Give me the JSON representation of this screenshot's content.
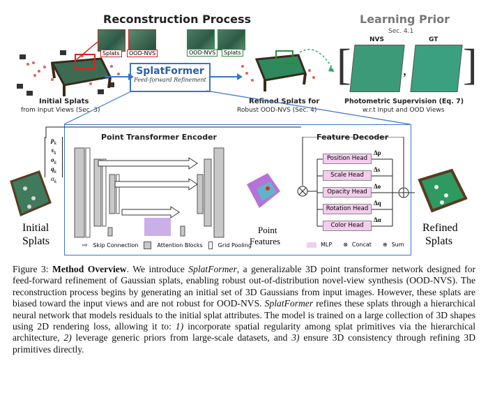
{
  "top": {
    "reconstruction_title": "Reconstruction Process",
    "learning_prior_title": "Learning Prior",
    "learning_prior_sec": "Sec. 4.1",
    "nvs_label": "NVS",
    "gt_label": "GT",
    "splats_tag_1": "Splats",
    "ood_tag_1": "OOD-NVS",
    "ood_tag_2": "OOD-NVS",
    "splats_tag_2": "Splats",
    "splatformer_title": "SplatFormer",
    "splatformer_sub": "Feed-forward Refinement",
    "initial_splats_line1": "Initial Splats",
    "initial_splats_line2": "from Input Views (Sec. 3)",
    "refined_splats_line1": "Refined Splats for",
    "refined_splats_line2": "Robust OOD-NVS (Sec. 4)",
    "photometric_line1": "Photometric Supervision (Eq. 7)",
    "photometric_line2": "w.r.t Input and OOD Views"
  },
  "bottom": {
    "attr_p": "p",
    "attr_s": "s",
    "attr_o": "o",
    "attr_q": "q",
    "attr_alpha": "α",
    "attr_sub": "k",
    "encoder_title": "Point Transformer Encoder",
    "decoder_title": "Feature Decoder",
    "heads": [
      "Position Head",
      "Scale Head",
      "Opacity Head",
      "Rotation Head",
      "Color Head"
    ],
    "deltas": [
      "Δp",
      "Δs",
      "Δo",
      "Δq",
      "Δα"
    ],
    "initial_label_1": "Initial",
    "initial_label_2": "Splats",
    "point_features_1": "Point",
    "point_features_2": "Features",
    "refined_label_1": "Refined",
    "refined_label_2": "Splats",
    "legend_skip": "Skip Connection",
    "legend_attn": "Attention Blocks",
    "legend_pool": "Grid Pooling",
    "legend_mlp": "MLP",
    "legend_concat": "Concat",
    "legend_sum": "Sum"
  },
  "caption": {
    "prefix": "Figure 3: ",
    "bold": "Method Overview",
    "t1": ". We introduce ",
    "i1": "SplatFormer",
    "t2": ", a generalizable 3D point transformer network designed for feed-forward refinement of Gaussian splats, enabling robust out-of-distribution novel-view synthesis (OOD-NVS). The reconstruction process begins by generating an initial set of 3D Gaussians from input images. However, these splats are biased toward the input views and are not robust for OOD-NVS. ",
    "i2": "SplatFormer",
    "t3": " refines these splats through a hierarchical neural network that models residuals to the initial splat attributes. The model is trained on a large collection of 3D shapes using 2D rendering loss, allowing it to: ",
    "i3": "1)",
    "t4": " incorporate spatial regularity among splat primitives via the hierarchical architecture, ",
    "i4": "2)",
    "t5": " leverage generic priors from large-scale datasets, and ",
    "i5": "3)",
    "t6": " ensure 3D consistency through refining 3D primitives directly."
  }
}
